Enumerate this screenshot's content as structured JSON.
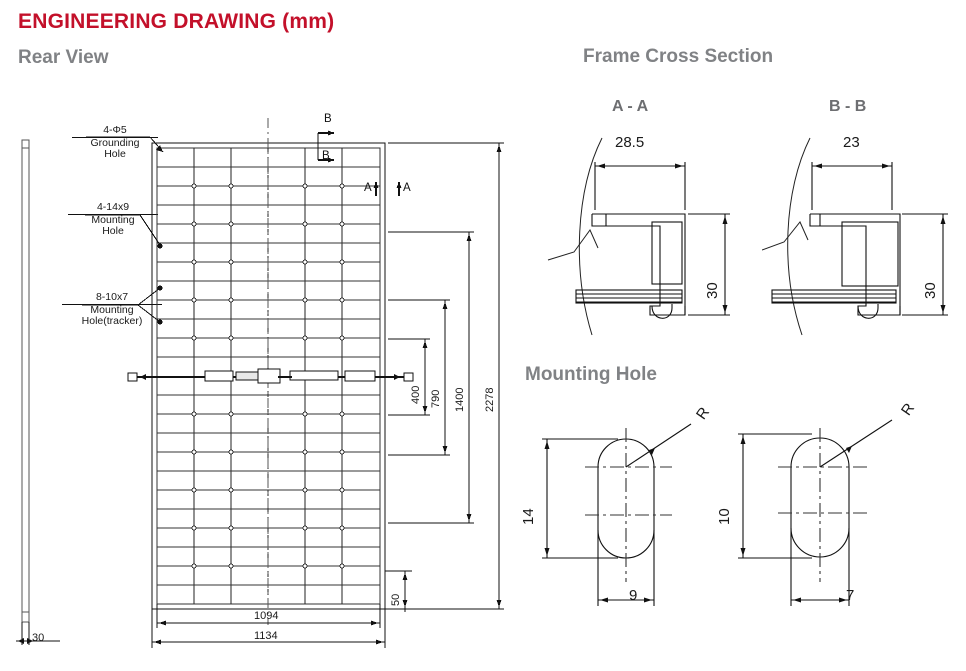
{
  "document": {
    "title": "ENGINEERING DRAWING (mm)",
    "units": "mm",
    "accent_color": "#c3102a",
    "heading_color": "#808285"
  },
  "sections": {
    "rear_view": {
      "title": "Rear View",
      "annotations": [
        {
          "code": "4-Φ5",
          "line2": "Grounding",
          "line3": "Hole"
        },
        {
          "code": "4-14x9",
          "line2": "Mounting",
          "line3": "Hole"
        },
        {
          "code": "8-10x7",
          "line2": "Mounting",
          "line3": "Hole(tracker)"
        }
      ],
      "section_marks": {
        "top": "B",
        "top_inner": "B",
        "right_inner": "A",
        "right_outer": "A"
      },
      "dimensions": {
        "vertical": [
          "400",
          "790",
          "1400",
          "2278"
        ],
        "horizontal": [
          "1094",
          "1134"
        ],
        "frame_height": "50",
        "side_thickness": "30"
      }
    },
    "frame_cross_section": {
      "title": "Frame Cross Section",
      "views": [
        {
          "label": "A - A",
          "width": "28.5",
          "height": "30"
        },
        {
          "label": "B - B",
          "width": "23",
          "height": "30"
        }
      ]
    },
    "mounting_hole": {
      "title": "Mounting Hole",
      "views": [
        {
          "height": "14",
          "width": "9",
          "radius": "R"
        },
        {
          "height": "10",
          "width": "7",
          "radius": "R"
        }
      ]
    }
  }
}
